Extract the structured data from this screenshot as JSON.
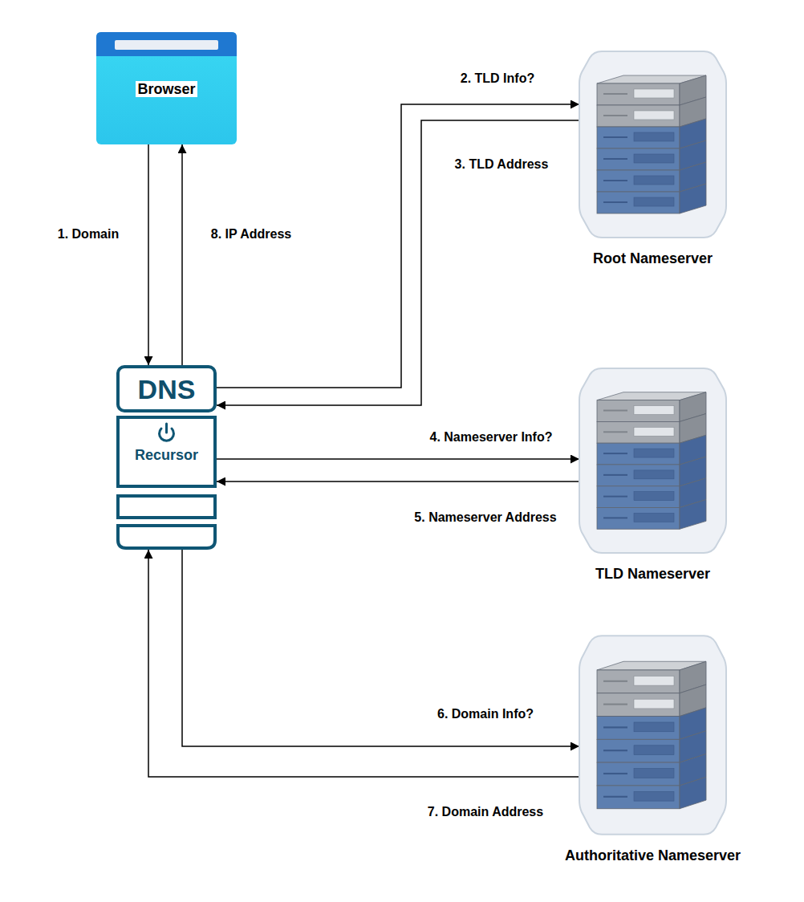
{
  "diagram": {
    "nodes": [
      {
        "text": [
          "Browser"
        ]
      },
      {
        "text": [
          "Root Nameserver"
        ]
      },
      {
        "text": [
          "DNS",
          "Recursor"
        ]
      },
      {
        "text": [
          "TLD Nameserver"
        ]
      },
      {
        "text": [
          "Authoritative Nameserver"
        ]
      }
    ],
    "edges": [
      {
        "from": 0,
        "to": 2,
        "label": "1. Domain",
        "arrow": "to"
      },
      {
        "from": 2,
        "to": 0,
        "label": "8. IP Address",
        "arrow": "to"
      },
      {
        "from": 2,
        "to": 1,
        "label": "2. TLD Info?",
        "arrow": "to"
      },
      {
        "from": 1,
        "to": 2,
        "label": "3. TLD Address",
        "arrow": "to"
      },
      {
        "from": 2,
        "to": 3,
        "label": "4. Nameserver Info?",
        "arrow": "to"
      },
      {
        "from": 3,
        "to": 2,
        "label": "5. Nameserver Address",
        "arrow": "to"
      },
      {
        "from": 2,
        "to": 4,
        "label": "6. Domain Info?",
        "arrow": "to"
      },
      {
        "from": 4,
        "to": 2,
        "label": "7. Domain Address",
        "arrow": "to"
      }
    ]
  }
}
